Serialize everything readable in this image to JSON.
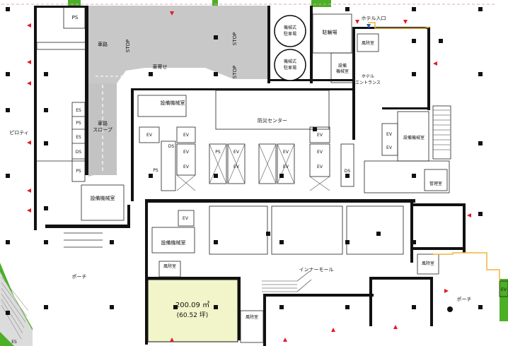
{
  "colors": {
    "background": "#ffffff",
    "wall": "#111111",
    "road_gray": "#c8c8c8",
    "tenant_highlight": "#f1f5c9",
    "green_accent": "#4caf26",
    "marker_red": "#e01b24",
    "marker_blue": "#1f5fbf",
    "route_orange": "#f2b33a",
    "dashed_pink": "#e6a0c4"
  },
  "labels": {
    "ps_top": "PS",
    "stop1": "STOP",
    "stop2": "STOP",
    "stop3": "STOP",
    "mech_parking_1": [
      "機械式",
      "駐車場"
    ],
    "mech_parking_2": [
      "機械式",
      "駐車場"
    ],
    "bicycle_parking": "駐輪場",
    "hotel_entrance_top": "ホテル入口",
    "guard_room_top": "風除室",
    "equipment_room_small": [
      "設備",
      "機械室"
    ],
    "hotel_entrance": [
      "ホテル",
      "エントランス"
    ],
    "driveway": "車路",
    "car_drop_off": "車寄せ",
    "driveway_slope": [
      "車路",
      "スロープ"
    ],
    "pilotis": "ピロティ",
    "es1": "ES",
    "ps1": "PS",
    "es2": "ES",
    "ds1": "DS",
    "ps2": "PS",
    "equipment_room_left": "設備機械室",
    "equipment_room_center_top": "設備機械室",
    "disaster_center": "防災センター",
    "ev": "EV",
    "ds": "DS",
    "ps": "PS",
    "equipment_room_right": "設備機械室",
    "management_room": "管理室",
    "equipment_room_lower": "設備機械室",
    "porch_left": "ポーチ",
    "porch_right": "ポーチ",
    "inner_mall": "インナーモール",
    "guard_room_1": "風除室",
    "guard_room_2": "風除室",
    "guard_room_3": "風除室",
    "area_m2": "200.09 ㎡",
    "area_tsubo": "(60.52 坪)",
    "es_small": "ES",
    "ev_right_edge": "EV",
    "shelter_small": "風除室"
  }
}
